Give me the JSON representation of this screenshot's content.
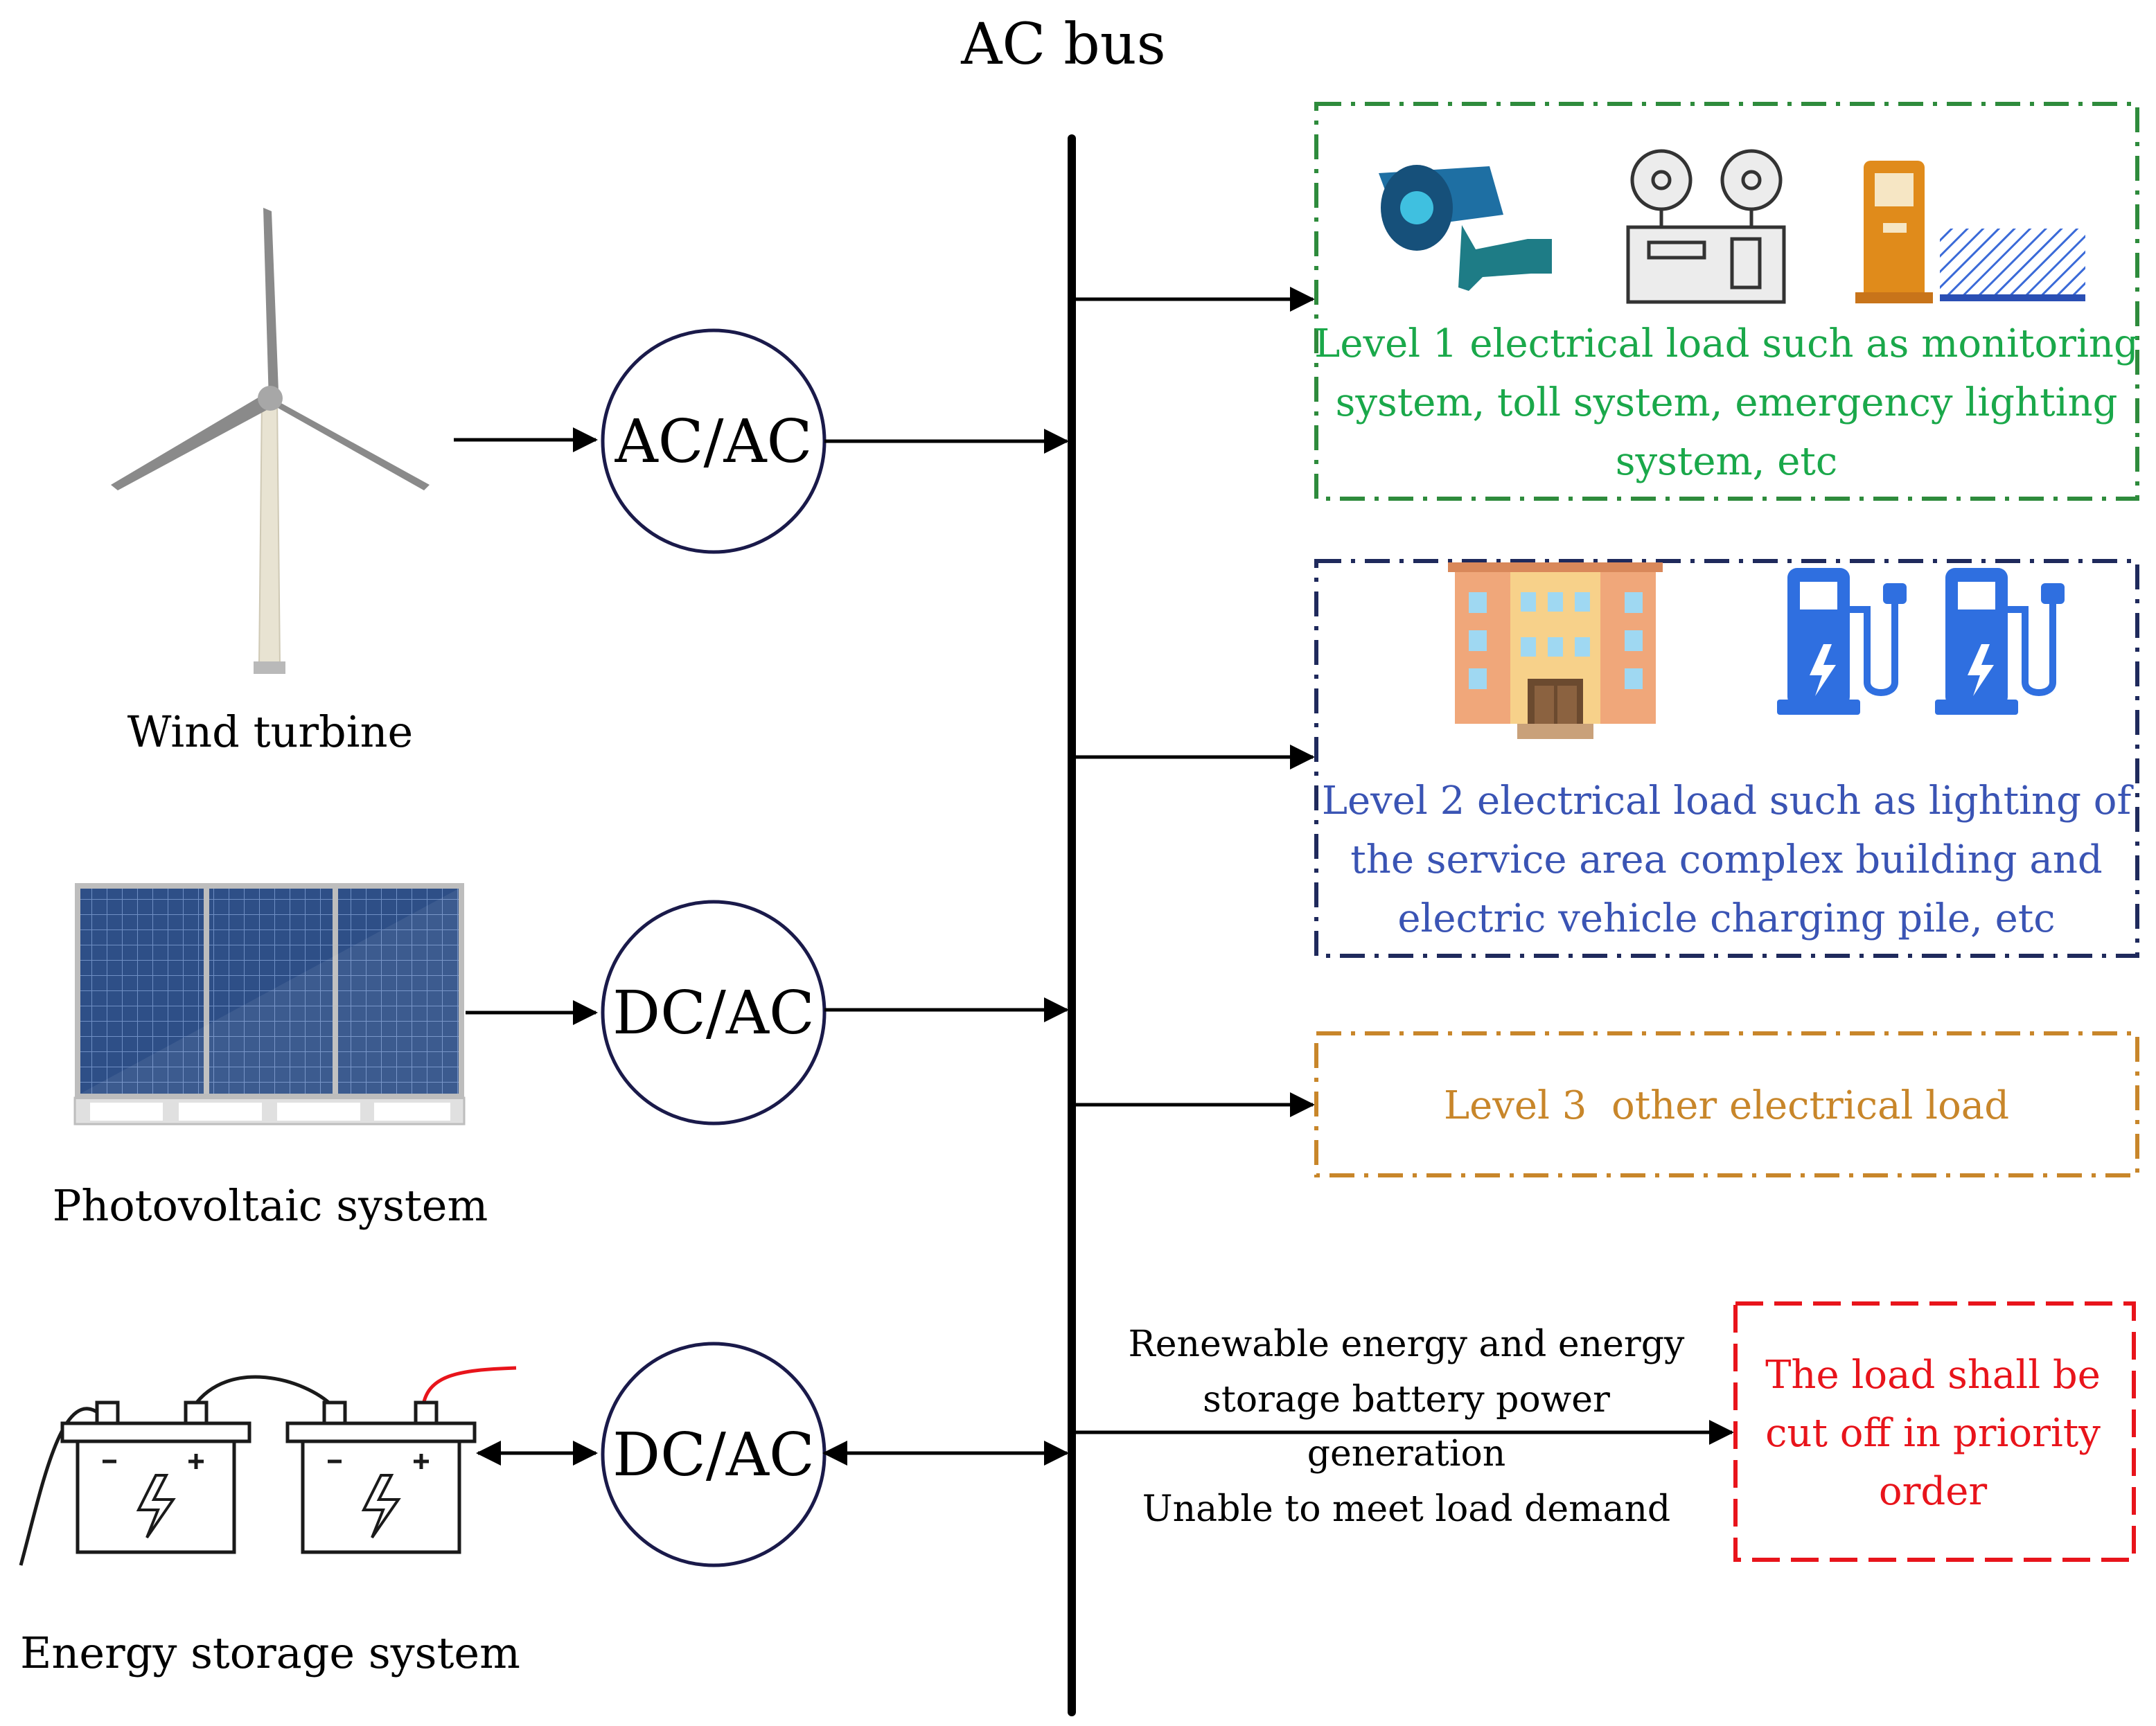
{
  "bus": {
    "title": "AC bus"
  },
  "sources": {
    "wind": {
      "label": "Wind turbine",
      "converter": "AC/AC"
    },
    "pv": {
      "label": "Photovoltaic system",
      "converter": "DC/AC"
    },
    "storage": {
      "label": "Energy storage system",
      "converter": "DC/AC"
    }
  },
  "loads": {
    "level1": {
      "lines": [
        "Level 1 electrical load such as monitoring",
        "system, toll system, emergency lighting",
        "system, etc"
      ],
      "color": "#1aa84a",
      "border": "#2e8b3c"
    },
    "level2": {
      "lines": [
        "Level 2 electrical load such as lighting of",
        "the service area complex building and",
        "electric vehicle charging pile, etc"
      ],
      "color": "#3a54b4",
      "border": "#1f2a5c"
    },
    "level3": {
      "lines": [
        "Level 3  other electrical load"
      ],
      "color": "#c8862a",
      "border": "#c8862a"
    }
  },
  "condition": {
    "lines": [
      "Renewable energy and energy",
      "storage battery power",
      "generation",
      "Unable to meet load demand"
    ]
  },
  "action": {
    "lines": [
      "The load shall be",
      "cut off in priority",
      "order"
    ],
    "color": "#e8141b"
  }
}
